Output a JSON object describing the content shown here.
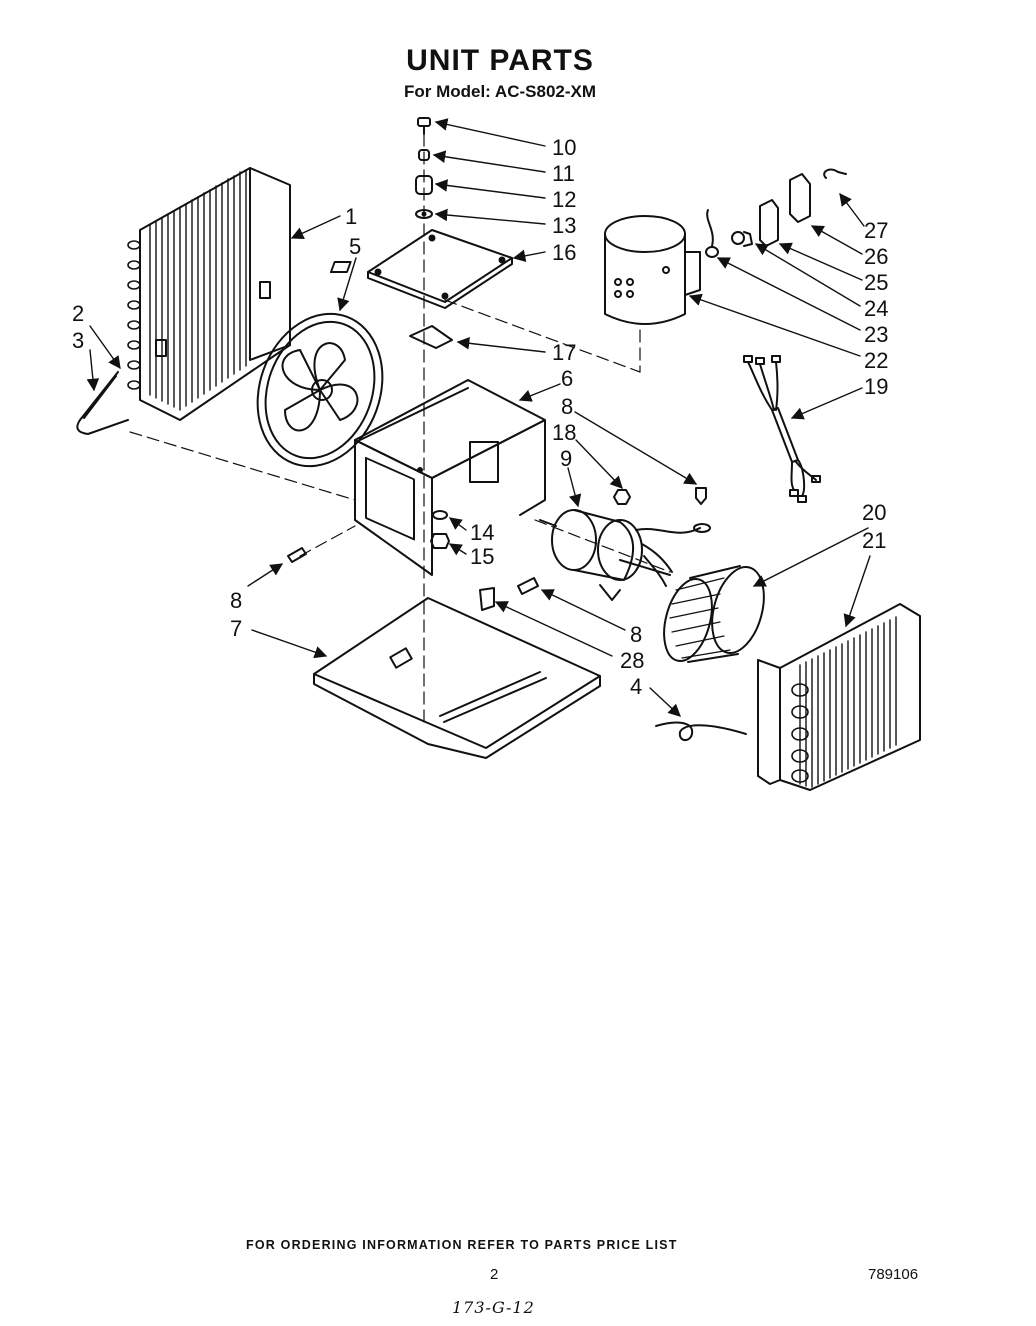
{
  "header": {
    "title": "UNIT PARTS",
    "subtitle": "For Model: AC-S802-XM"
  },
  "callouts": [
    {
      "id": "c10",
      "label": "10"
    },
    {
      "id": "c11",
      "label": "11"
    },
    {
      "id": "c12",
      "label": "12"
    },
    {
      "id": "c13",
      "label": "13"
    },
    {
      "id": "c16",
      "label": "16"
    },
    {
      "id": "c1",
      "label": "1"
    },
    {
      "id": "c5",
      "label": "5"
    },
    {
      "id": "c2",
      "label": "2"
    },
    {
      "id": "c3",
      "label": "3"
    },
    {
      "id": "c17",
      "label": "17"
    },
    {
      "id": "c6",
      "label": "6"
    },
    {
      "id": "c8a",
      "label": "8"
    },
    {
      "id": "c18",
      "label": "18"
    },
    {
      "id": "c9",
      "label": "9"
    },
    {
      "id": "c14",
      "label": "14"
    },
    {
      "id": "c15",
      "label": "15"
    },
    {
      "id": "c8b",
      "label": "8"
    },
    {
      "id": "c7",
      "label": "7"
    },
    {
      "id": "c8c",
      "label": "8"
    },
    {
      "id": "c28",
      "label": "28"
    },
    {
      "id": "c4",
      "label": "4"
    },
    {
      "id": "c20",
      "label": "20"
    },
    {
      "id": "c21",
      "label": "21"
    },
    {
      "id": "c27",
      "label": "27"
    },
    {
      "id": "c26",
      "label": "26"
    },
    {
      "id": "c25",
      "label": "25"
    },
    {
      "id": "c24",
      "label": "24"
    },
    {
      "id": "c23",
      "label": "23"
    },
    {
      "id": "c22",
      "label": "22"
    },
    {
      "id": "c19",
      "label": "19"
    }
  ],
  "footer": {
    "note": "FOR ORDERING INFORMATION REFER TO PARTS PRICE LIST",
    "page_number": "2",
    "doc_number": "789106",
    "handwritten": "173-G-12"
  }
}
